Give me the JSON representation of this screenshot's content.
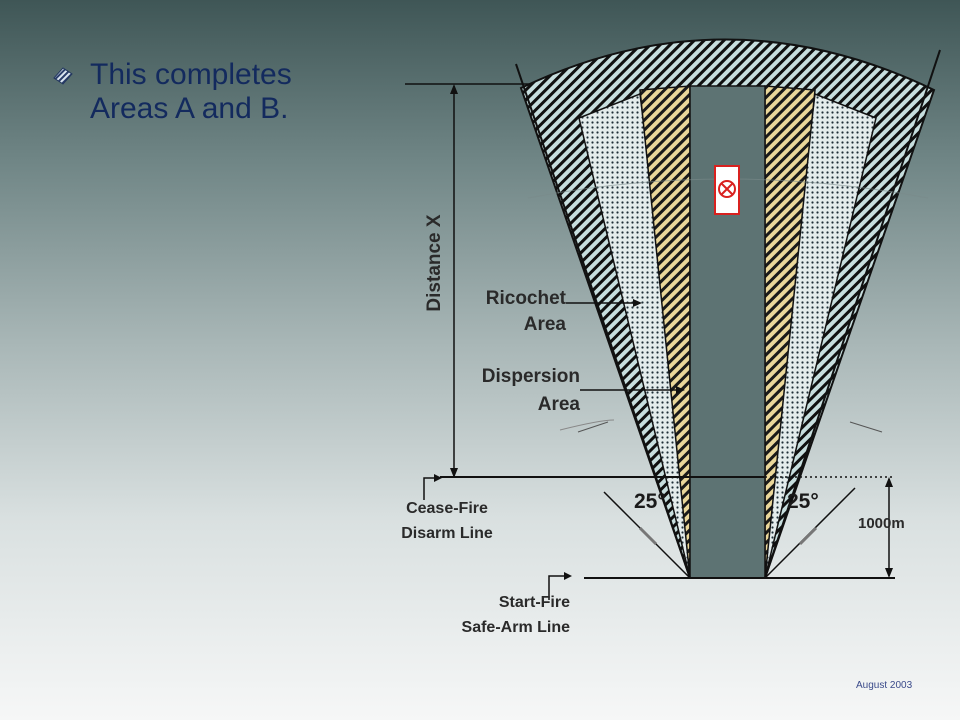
{
  "slide": {
    "bullet": "This completes Areas A and B.",
    "footer": "August 2003"
  },
  "diagram": {
    "labels": {
      "distance": "Distance X",
      "ricochet_line1": "Ricochet",
      "ricochet_line2": "Area",
      "dispersion_line1": "Dispersion",
      "dispersion_line2": "Area",
      "angle_left": "25°",
      "angle_right": "25°",
      "cease_line1": "Cease-Fire",
      "cease_line2": "Disarm Line",
      "start_line1": "Start-Fire",
      "start_line2": "Safe-Arm Line",
      "distance_1000": "1000m"
    },
    "colors": {
      "hatch_blue": "#c7dede",
      "hatch_yellow": "#ead79a",
      "target_red": "#d9211f",
      "outline": "#111111"
    },
    "icons": [
      "target-icon",
      "bullet-icon"
    ]
  }
}
